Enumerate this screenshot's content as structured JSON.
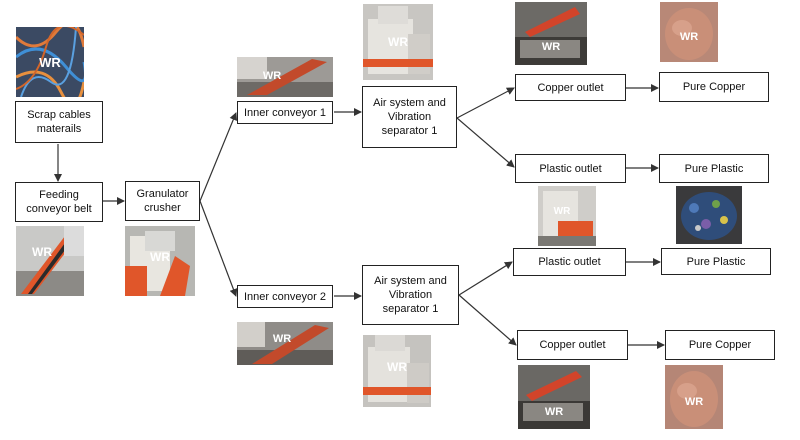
{
  "watermark": "WR",
  "nodes": {
    "scrap": "Scrap cables\nmaterails",
    "feeding": "Feeding\nconveyor belt",
    "granulator": "Granulator\ncrusher",
    "inner1": "Inner conveyor 1",
    "inner2": "Inner conveyor 2",
    "air1": "Air system and\nVibration\nseparator 1",
    "air2": "Air system and\nVibration\nseparator 1",
    "copper_outlet_top": "Copper outlet",
    "plastic_outlet_top": "Plastic outlet",
    "plastic_outlet_bottom": "Plastic outlet",
    "copper_outlet_bottom": "Copper outlet",
    "pure_copper_top": "Pure Copper",
    "pure_plastic_top": "Pure Plastic",
    "pure_plastic_bottom": "Pure Plastic",
    "pure_copper_bottom": "Pure Copper"
  },
  "colors": {
    "machine_orange": "#e0562a",
    "copper_granules": "#c98f78",
    "cable_blue": "#2f4d7a",
    "line": "#333333"
  }
}
